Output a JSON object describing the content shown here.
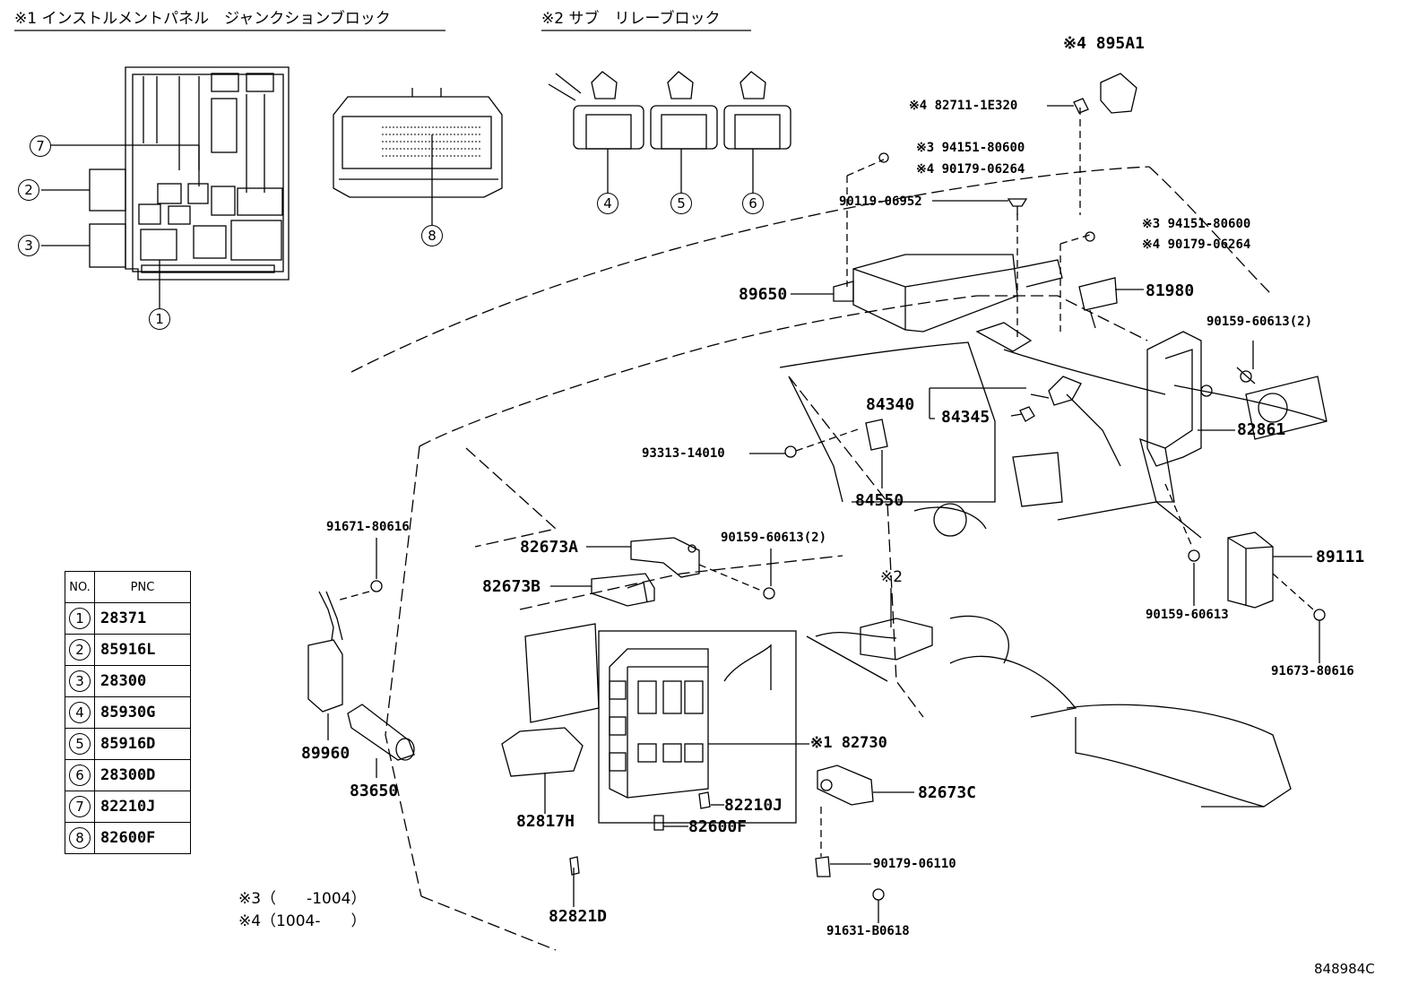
{
  "captions": {
    "junction_block": "※1 インストルメントパネル　ジャンクションブロック",
    "sub_relay": "※2 サブ　リレーブロック",
    "note3": "※3（　　-1004）",
    "note4": "※4（1004-　　）",
    "figure_id": "848984C",
    "ref2": "※2"
  },
  "callouts": [
    "1",
    "2",
    "3",
    "4",
    "5",
    "6",
    "7",
    "8"
  ],
  "labels": {
    "p895A1": "※4 895A1",
    "p82711": "※4 82711-1E320",
    "p94151a": "※3 94151-80600",
    "p90179a": "※4 90179-06264",
    "p90119": "90119-06952",
    "p94151b": "※3 94151-80600",
    "p90179b": "※4 90179-06264",
    "p89650": "89650",
    "p81980": "81980",
    "p90159a": "90159-60613(2)",
    "p84340": "84340",
    "p84345": "84345",
    "p82861": "82861",
    "p93313": "93313-14010",
    "p84550": "84550",
    "p91671": "91671-80616",
    "p82673A": "82673A",
    "p90159b": "90159-60613(2)",
    "p82673B": "82673B",
    "p90159c": "90159-60613",
    "p89111": "89111",
    "p91673": "91673-80616",
    "p89960": "89960",
    "p83650": "83650",
    "p82730": "※1 82730",
    "p82673C": "82673C",
    "p82817H": "82817H",
    "p82210J": "82210J",
    "p82600F": "82600F",
    "p90179c": "90179-06110",
    "p82821D": "82821D",
    "p91631": "91631-B0618"
  },
  "table": {
    "headers": [
      "NO.",
      "PNC"
    ],
    "rows": [
      {
        "no": "1",
        "pnc": "28371"
      },
      {
        "no": "2",
        "pnc": "85916L"
      },
      {
        "no": "3",
        "pnc": "28300"
      },
      {
        "no": "4",
        "pnc": "85930G"
      },
      {
        "no": "5",
        "pnc": "85916D"
      },
      {
        "no": "6",
        "pnc": "28300D"
      },
      {
        "no": "7",
        "pnc": "82210J"
      },
      {
        "no": "8",
        "pnc": "82600F"
      }
    ]
  }
}
